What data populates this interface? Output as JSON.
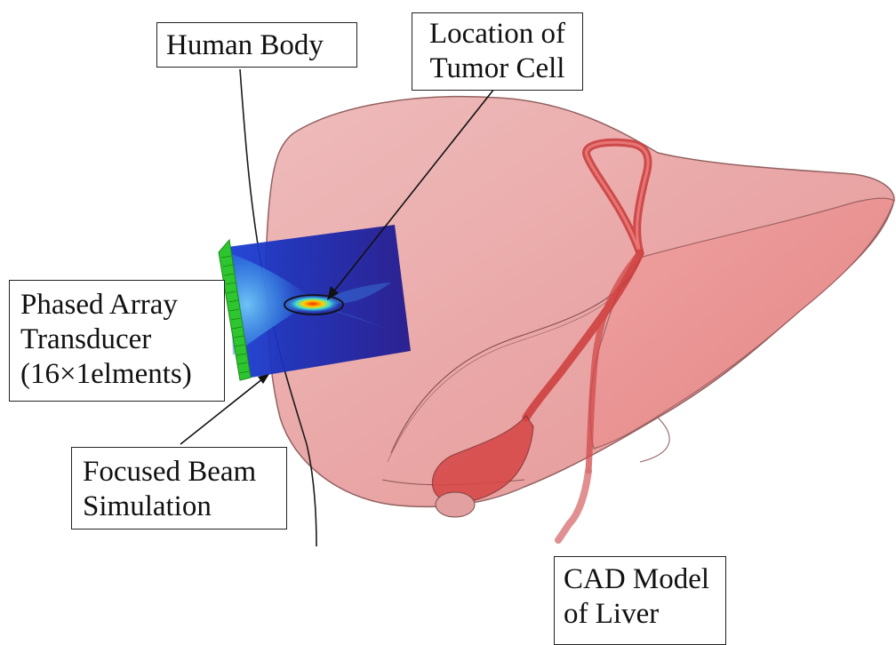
{
  "labels": {
    "human_body": [
      "Human Body"
    ],
    "tumor_location": [
      "Location of",
      "Tumor Cell"
    ],
    "transducer": [
      "Phased Array",
      "Transducer",
      "(16×1elments)"
    ],
    "beam": [
      "Focused Beam",
      "Simulation"
    ],
    "cad_model": [
      "CAD Model",
      "of Liver"
    ]
  },
  "colors": {
    "liver_fill": "#e8a6a6",
    "liver_outline": "#b07070",
    "vessel": "#d94a4a",
    "transducer_green": "#33cc33",
    "beam_deep_blue": "#1a1aa8",
    "beam_focus": "#ff3300"
  }
}
